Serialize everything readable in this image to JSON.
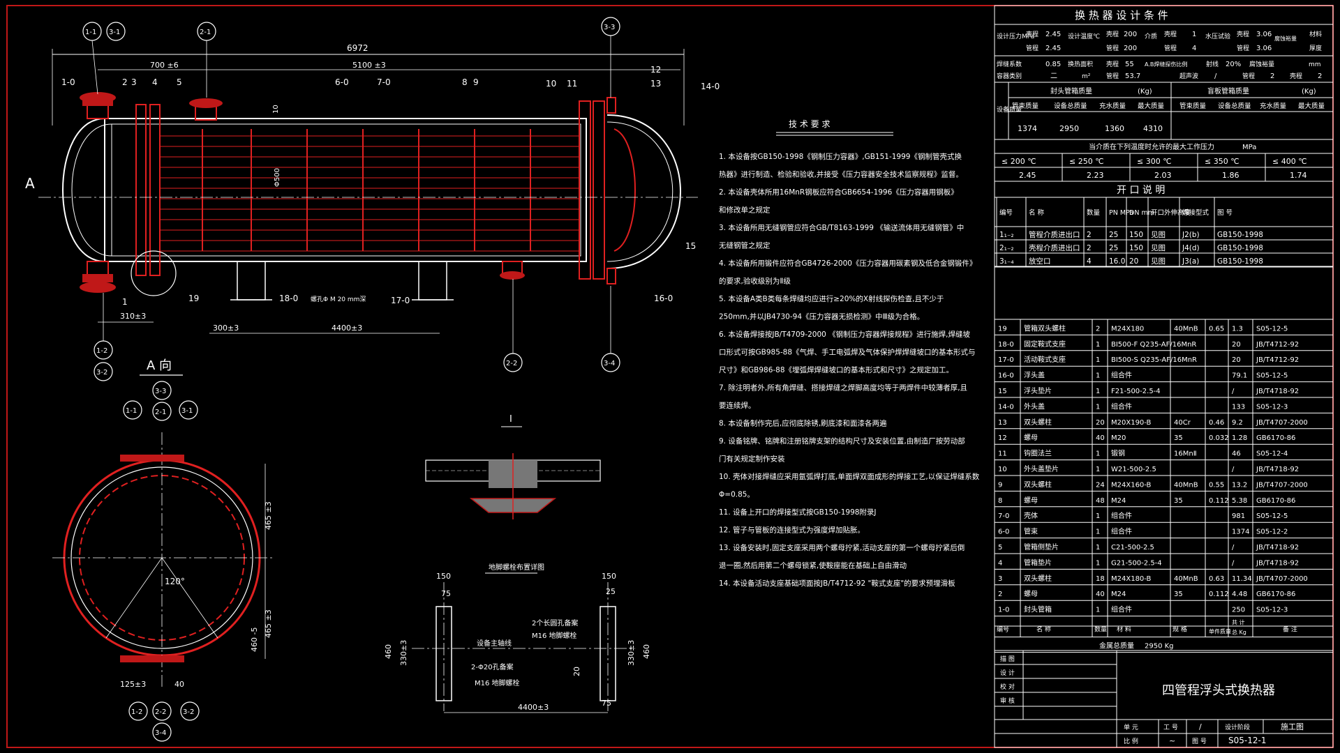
{
  "colors": {
    "background": "#000000",
    "line_white": "#ffffff",
    "line_red": "#e02020",
    "hatch_gray": "#9a9a9a"
  },
  "main_view": {
    "section_marker": "A",
    "dim_overall": "6972",
    "dim_700": "700 ±6",
    "dim_5100": "5100 ±3",
    "dim_10": "10",
    "dim_diameter": "Φ500",
    "dim_300": "300±3",
    "dim_4400": "4400±3",
    "dim_310": "310±3",
    "note_hole": "螺孔Φ M 20 mm深",
    "part_labels": [
      "1-0",
      "2",
      "3",
      "4",
      "5",
      "6-0",
      "7-0",
      "8",
      "9",
      "10",
      "11",
      "12",
      "13",
      "14-0",
      "15",
      "16-0",
      "17-0",
      "18-0",
      "19",
      "1"
    ],
    "nozzle_tags": [
      "1-1",
      "3-1",
      "2-1",
      "3-3",
      "1-2",
      "3-2",
      "2-2",
      "3-4"
    ]
  },
  "view_a": {
    "title": "A 向",
    "angle": "120°",
    "dim_465_top": "465 ±3",
    "dim_465_bottom": "465 ±3",
    "dim_460": "460 -5",
    "dim_125": "125±3",
    "dim_40": "40",
    "nozzle_tags_top": [
      "1-1",
      "2-1",
      "3-1",
      "3-3"
    ],
    "nozzle_tags_bottom": [
      "1-2",
      "2-2",
      "3-2",
      "3-4"
    ]
  },
  "detail_i": {
    "label": "I"
  },
  "foundation": {
    "title": "地脚螺栓布置详图",
    "dim_150_left": "150",
    "dim_150_right": "150",
    "dim_75_left": "75",
    "dim_25": "25",
    "dim_460_left": "460",
    "dim_330_left": "330±3",
    "dim_330_right": "330±3",
    "dim_460_right": "460",
    "dim_20": "20",
    "dim_75_right": "75",
    "dim_4400": "4400±3",
    "note_axis": "设备主轴线",
    "note_holes_top": "2个长圆孔备案",
    "note_bolt_top": "M16 地脚螺栓",
    "note_holes_bottom": "2-Φ20孔备案",
    "note_bolt_bottom": "M16 地脚螺栓"
  },
  "tech_requirements": {
    "title": "技 术 要 求",
    "items": [
      "1. 本设备按GB150-1998《钢制压力容器》,GB151-1999《钢制管壳式换",
      "热器》进行制造、检验和验收,并接受《压力容器安全技术监察规程》监督。",
      "2. 本设备壳体所用16MnR钢板应符合GB6654-1996《压力容器用钢板》",
      "和修改单之规定",
      "3. 本设备所用无缝钢管应符合GB/T8163-1999 《输送流体用无缝钢管》中",
      "无缝钢管之规定",
      "4. 本设备所用锻件应符合GB4726-2000《压力容器用碳素钢及低合金钢锻件》",
      "的要求,验收级别为Ⅱ级",
      "5. 本设备A类B类每条焊缝均应进行≥20%的X射线探伤检查,且不少于",
      "250mm,并以JB4730-94《压力容器无损检测》中Ⅲ级为合格。",
      "6. 本设备焊接按JB/T4709-2000 《钢制压力容器焊接规程》进行施焊,焊缝坡",
      "口形式可按GB985-88《气焊、手工电弧焊及气体保护焊焊缝坡口的基本形式与",
      "尺寸》和GB986-88《埋弧焊焊缝坡口的基本形式和尺寸》之规定加工。",
      "7. 除注明者外,所有角焊缝、搭接焊缝之焊脚高度均等于两焊件中较薄者厚,且",
      "要连续焊。",
      "8. 本设备制作完后,应彻底除锈,刷底漆和面漆各两遍",
      "9. 设备铭牌、铭牌和注册铭牌支架的结构尺寸及安装位置,由制造厂按劳动部",
      "门有关规定制作安装",
      "10. 壳体对接焊缝应采用氩弧焊打底,单面焊双面成形的焊接工艺,以保证焊缝系数",
      "Φ=0.85。",
      "11. 设备上开口的焊接型式按GB150-1998附录J",
      "12. 管子与管板的连接型式为强度焊加贴胀。",
      "13. 设备安装时,固定支座采用两个螺母拧紧,活动支座的第一个螺母拧紧后倒",
      "退一圈,然后用第二个螺母锁紧,使鞍座能在基础上自由滑动",
      "14. 本设备活动支座基础项面按JB/T4712-92 \"鞍式支座\"的要求预埋滑板"
    ]
  },
  "design_conditions": {
    "title": "换 热 器 设 计 条 件",
    "r1": {
      "c0": "设计压力MPa",
      "c1": "壳程",
      "c2": "2.45",
      "c3": "设计温度℃",
      "c4": "壳程",
      "c5": "200",
      "c6": "介质",
      "c7": "壳程",
      "c8": "1",
      "c9": "水压试验",
      "c10": "壳程",
      "c11": "3.06",
      "c12": "腐蚀裕量",
      "c13": "材料"
    },
    "r2": {
      "c1": "管程",
      "c2": "2.45",
      "c4": "管程",
      "c5": "200",
      "c7": "管程",
      "c8": "4",
      "c10": "管程",
      "c11": "3.06",
      "c13": "厚度"
    },
    "r3": {
      "c0": "焊缝系数",
      "c1": "0.85",
      "c2": "换热面积",
      "c3": "壳程",
      "c4": "55",
      "c5": "A.B焊缝探伤比例",
      "c6": "射线",
      "c7": "20%",
      "c8": "腐蚀裕量",
      "c9": "mm"
    },
    "r4": {
      "c0": "容器类别",
      "c1": "二",
      "c2": "m²",
      "c3": "管程",
      "c4": "53.7",
      "c5": "超声波",
      "c6": "/",
      "c7": "管程",
      "c8": "2",
      "c9": "壳程",
      "c10": "2"
    },
    "weights": {
      "side_label": "设备质量",
      "hdr_left": "封头管箱质量",
      "hdr_right": "盲板管箱质量",
      "unit": "(Kg)",
      "cols": [
        "管束质量",
        "设备总质量",
        "充水质量",
        "最大质量",
        "管束质量",
        "设备总质量",
        "充水质量",
        "最大质量"
      ],
      "vals": [
        "1374",
        "2950",
        "1360",
        "4310",
        "",
        "",
        "",
        ""
      ]
    },
    "allow_title": "当介质在下列温度时允许的最大工作压力",
    "allow_unit": "MPa",
    "temps": [
      "≤ 200 ℃",
      "≤ 250 ℃",
      "≤ 300 ℃",
      "≤ 350 ℃",
      "≤ 400 ℃"
    ],
    "pressures": [
      "2.45",
      "2.23",
      "2.03",
      "1.86",
      "1.74"
    ]
  },
  "nozzles": {
    "title": "开 口 说 明",
    "headers": [
      "编号",
      "名 称",
      "数量",
      "PN MPa",
      "DN mm",
      "开口外伸高度",
      "焊接型式",
      "图 号"
    ],
    "rows": [
      [
        "1₁₋₂",
        "管程介质进出口",
        "2",
        "25",
        "150",
        "见图",
        "J2(b)",
        "GB150-1998"
      ],
      [
        "2₁₋₂",
        "壳程介质进出口",
        "2",
        "25",
        "150",
        "见图",
        "J4(d)",
        "GB150-1998"
      ],
      [
        "3₁₋₄",
        "放空口",
        "4",
        "16.0",
        "20",
        "见图",
        "J3(a)",
        "GB150-1998"
      ]
    ]
  },
  "parts_list": {
    "rows": [
      [
        "19",
        "管箱双头螺柱",
        "2",
        "M24X180",
        "40MnB",
        "0.65",
        "1.3",
        "S05-12-5"
      ],
      [
        "18-0",
        "固定鞍式支座",
        "1",
        "BⅠ500-F Q235-AF/16MnR",
        "",
        "",
        "20",
        "JB/T4712-92"
      ],
      [
        "17-0",
        "活动鞍式支座",
        "1",
        "BⅠ500-S Q235-AF/16MnR",
        "",
        "",
        "20",
        "JB/T4712-92"
      ],
      [
        "16-0",
        "浮头盖",
        "1",
        "组合件",
        "",
        "",
        "79.1",
        "S05-12-5"
      ],
      [
        "15",
        "浮头垫片",
        "1",
        "F21-500-2.5-4",
        "",
        "",
        "/",
        "JB/T4718-92"
      ],
      [
        "14-0",
        "外头盖",
        "1",
        "组合件",
        "",
        "",
        "133",
        "S05-12-3"
      ],
      [
        "13",
        "双头螺柱",
        "20",
        "M20X190-B",
        "40Cr",
        "0.46",
        "9.2",
        "JB/T4707-2000"
      ],
      [
        "12",
        "螺母",
        "40",
        "M20",
        "35",
        "0.032",
        "1.28",
        "GB6170-86"
      ],
      [
        "11",
        "钩圈法兰",
        "1",
        "锻钢",
        "16MnⅡ",
        "",
        "46",
        "S05-12-4"
      ],
      [
        "10",
        "外头盖垫片",
        "1",
        "W21-500-2.5",
        "",
        "",
        "/",
        "JB/T4718-92"
      ],
      [
        "9",
        "双头螺柱",
        "24",
        "M24X160-B",
        "40MnB",
        "0.55",
        "13.2",
        "JB/T4707-2000"
      ],
      [
        "8",
        "螺母",
        "48",
        "M24",
        "35",
        "0.112",
        "5.38",
        "GB6170-86"
      ],
      [
        "7-0",
        "壳体",
        "1",
        "组合件",
        "",
        "",
        "981",
        "S05-12-5"
      ],
      [
        "6-0",
        "管束",
        "1",
        "组合件",
        "",
        "",
        "1374",
        "S05-12-2"
      ],
      [
        "5",
        "管箱侧垫片",
        "1",
        "C21-500-2.5",
        "",
        "",
        "/",
        "JB/T4718-92"
      ],
      [
        "4",
        "管箱垫片",
        "1",
        "G21-500-2.5-4",
        "",
        "",
        "/",
        "JB/T4718-92"
      ],
      [
        "3",
        "双头螺柱",
        "18",
        "M24X180-B",
        "40MnB",
        "0.63",
        "11.34",
        "JB/T4707-2000"
      ],
      [
        "2",
        "螺母",
        "40",
        "M24",
        "35",
        "0.112",
        "4.48",
        "GB6170-86"
      ],
      [
        "1-0",
        "封头管箱",
        "1",
        "组合件",
        "",
        "",
        "250",
        "S05-12-3"
      ]
    ],
    "footer": {
      "c0": "编号",
      "c1": "名 称",
      "c2": "数量",
      "c3": "材 料",
      "c4": "规 格",
      "c5": "单件质量",
      "c6": "总 Kg",
      "c7": "备 注",
      "c5b": "共 计"
    },
    "total_label": "金属总质量",
    "total_value": "2950 Kg"
  },
  "title_block": {
    "roles": [
      "描 图",
      "设 计",
      "校 对",
      "审 核"
    ],
    "drawing_title": "四管程浮头式换热器",
    "b1": "单 元",
    "b2": "工 号",
    "b3": "/",
    "b4": "设计阶段",
    "b5": "施工图",
    "b6": "比 例",
    "b7": "~",
    "b8": "图 号",
    "b9": "S05-12-1"
  }
}
